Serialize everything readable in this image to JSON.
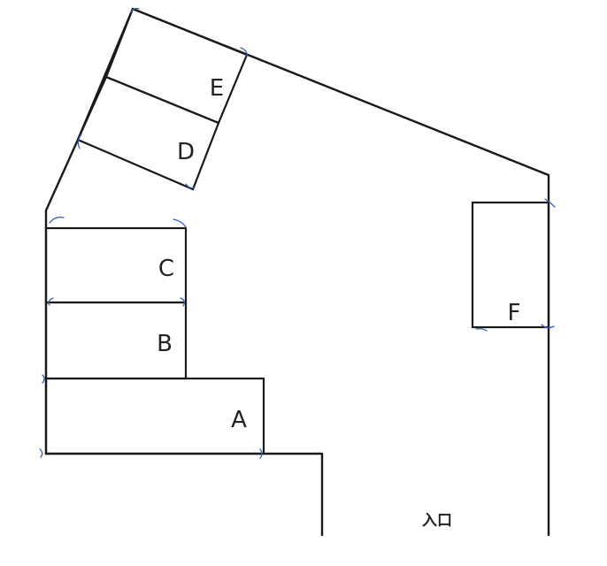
{
  "diagram": {
    "areas": [
      {
        "id": "A",
        "label": "A"
      },
      {
        "id": "B",
        "label": "B"
      },
      {
        "id": "C",
        "label": "C"
      },
      {
        "id": "D",
        "label": "D"
      },
      {
        "id": "E",
        "label": "E"
      },
      {
        "id": "F",
        "label": "F"
      }
    ],
    "entrance_label": "入口",
    "colors": {
      "lines": "#1a1a1a",
      "marks": "#3a5fb8"
    }
  }
}
